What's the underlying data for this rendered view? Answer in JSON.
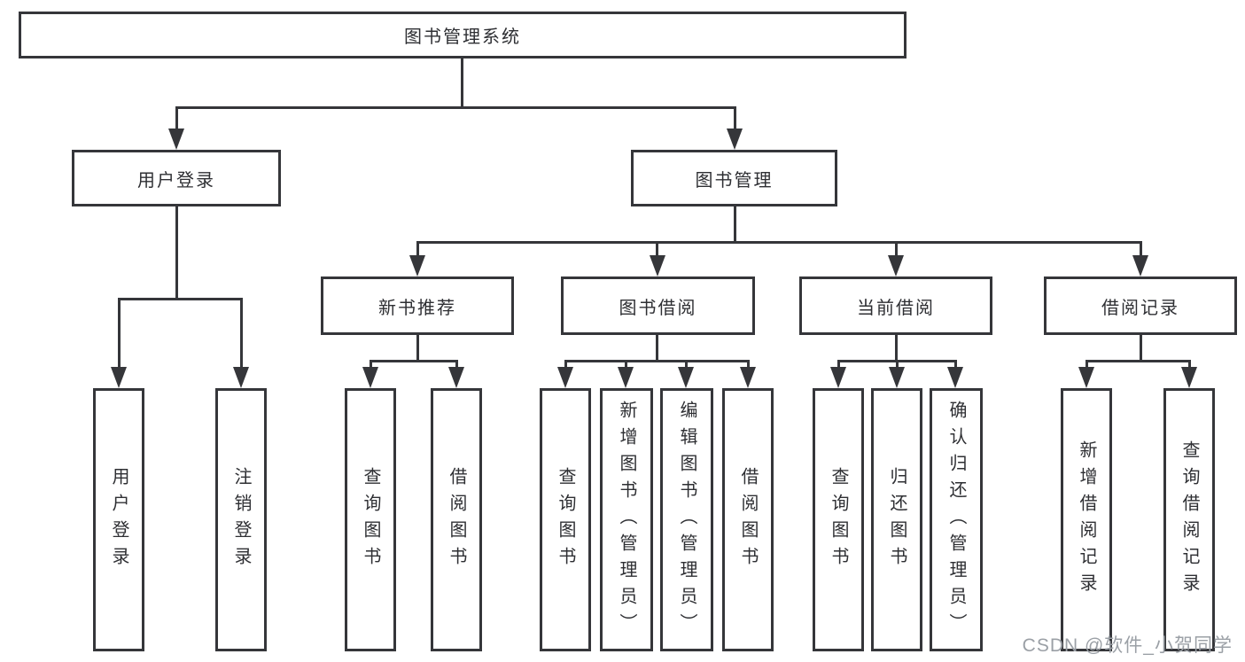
{
  "tree": {
    "label": "图书管理系统",
    "children": [
      {
        "label": "用户登录",
        "children": [
          {
            "label": "用户登录"
          },
          {
            "label": "注销登录"
          }
        ]
      },
      {
        "label": "图书管理",
        "children": [
          {
            "label": "新书推荐",
            "children": [
              {
                "label": "查询图书"
              },
              {
                "label": "借阅图书"
              }
            ]
          },
          {
            "label": "图书借阅",
            "children": [
              {
                "label": "查询图书"
              },
              {
                "label": "新增图书（管理员）"
              },
              {
                "label": "编辑图书（管理员）"
              },
              {
                "label": "借阅图书"
              }
            ]
          },
          {
            "label": "当前借阅",
            "children": [
              {
                "label": "查询图书"
              },
              {
                "label": "归还图书"
              },
              {
                "label": "确认归还（管理员）"
              }
            ]
          },
          {
            "label": "借阅记录",
            "children": [
              {
                "label": "新增借阅记录"
              },
              {
                "label": "查询借阅记录"
              }
            ]
          }
        ]
      }
    ]
  },
  "watermark": {
    "text": "CSDN @软件_小贺同学"
  },
  "colors": {
    "line": "#35363a",
    "box_border": "#35363a",
    "text": "#2e2f33",
    "watermark": "#9ba0a6",
    "background": "#ffffff"
  }
}
